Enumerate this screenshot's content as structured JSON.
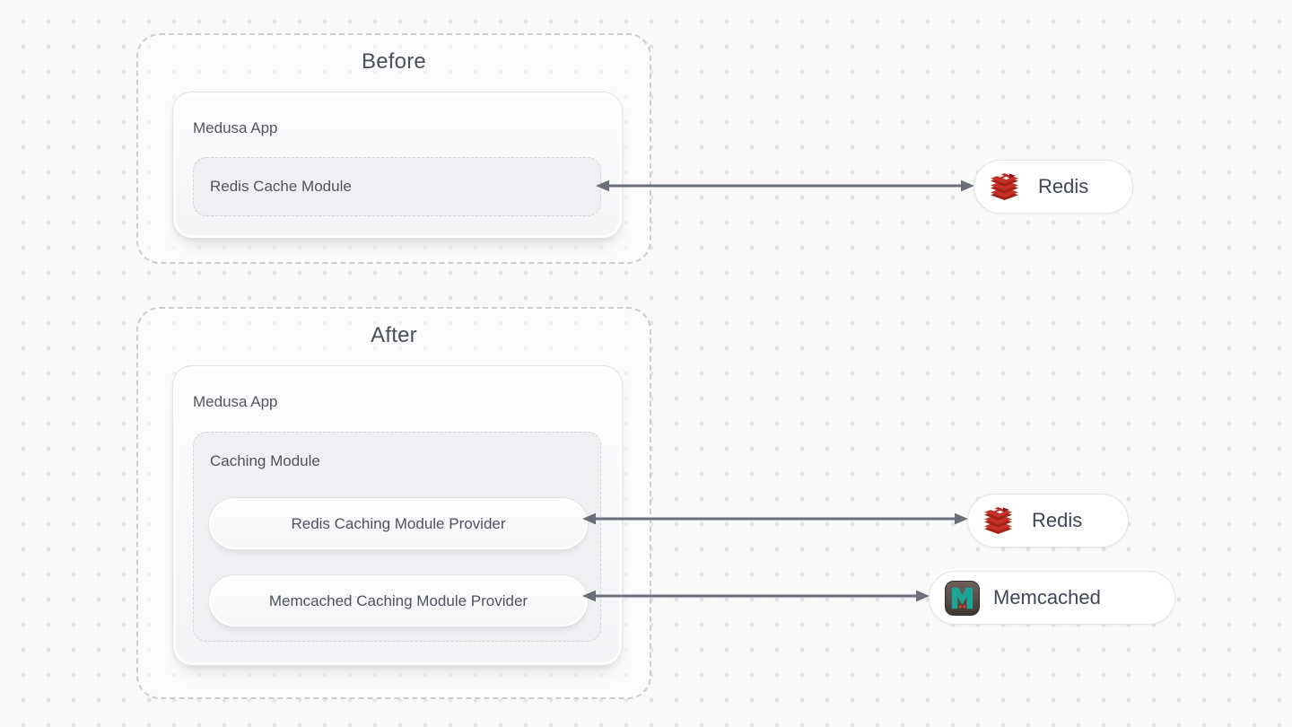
{
  "colors": {
    "page_background": "#f9f9fa",
    "dot_grid": "#e4e4e7",
    "arrow": "#6a6e77",
    "redis_red": "#c6302b",
    "memcached_teal": "#1ca595",
    "text": "#4a4f5a"
  },
  "before": {
    "title": "Before",
    "app": {
      "label": "Medusa App",
      "module": {
        "label": "Redis Cache Module"
      }
    },
    "external": {
      "label": "Redis",
      "icon": "redis-icon"
    }
  },
  "after": {
    "title": "After",
    "app": {
      "label": "Medusa App",
      "module": {
        "label": "Caching Module",
        "providers": [
          {
            "label": "Redis Caching Module Provider"
          },
          {
            "label": "Memcached Caching Module Provider"
          }
        ]
      }
    },
    "externals": [
      {
        "label": "Redis",
        "icon": "redis-icon"
      },
      {
        "label": "Memcached",
        "icon": "memcached-icon"
      }
    ]
  }
}
